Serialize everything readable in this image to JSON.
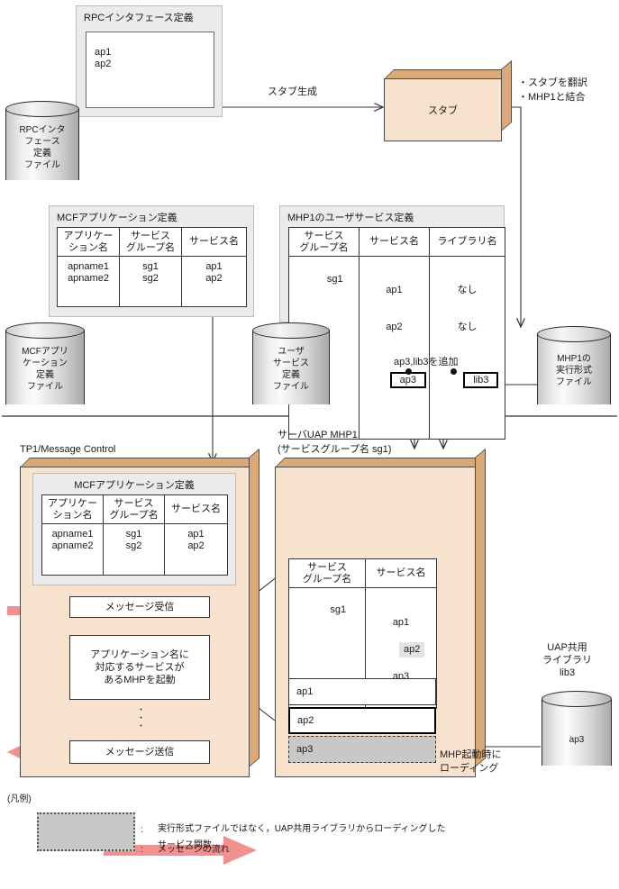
{
  "top": {
    "rpc_def_title": "RPCインタフェース定義",
    "rpc_def_lines": "ap1\nap2",
    "rpc_file_label": "RPCインタ\nフェース\n定義\nファイル",
    "stub_gen_label": "スタブ生成",
    "stub_label": "スタブ",
    "stub_notes": "・スタブを翻訳\n・MHP1と結合"
  },
  "mcf_def": {
    "title": "MCFアプリケーション定義",
    "headers": [
      "アプリケー\nション名",
      "サービス\nグループ名",
      "サービス名"
    ],
    "col1": "apname1\napname2",
    "col2": "sg1\nsg2",
    "col3": "ap1\nap2",
    "file_label": "MCFアプリ\nケーション\n定義\nファイル"
  },
  "mhp1_def": {
    "title": "MHP1のユーザサービス定義",
    "headers": [
      "サービス\nグループ名",
      "サービス名",
      "ライブラリ名"
    ],
    "group": "sg1",
    "services": [
      "ap1",
      "ap2"
    ],
    "service_added": "ap3",
    "libs": [
      "なし",
      "なし"
    ],
    "lib_added": "lib3",
    "file_label": "ユーザ\nサービス\n定義\nファイル",
    "add_note": "ap3,lib3を追加"
  },
  "exec_file": {
    "label": "MHP1の\n実行形式\nファイル"
  },
  "tp1": {
    "title": "TP1/Message Control",
    "mcf_panel_title": "MCFアプリケーション定義",
    "headers": [
      "アプリケー\nション名",
      "サービス\nグループ名",
      "サービス名"
    ],
    "col1": "apname1\napname2",
    "col2": "sg1\nsg2",
    "col3": "ap1\nap2",
    "recv_box": "メッセージ受信",
    "dispatch_box": "アプリケーション名に\n対応するサービスが\nあるMHPを起動",
    "ellipsis": "・\n・\n・",
    "send_box": "メッセージ送信"
  },
  "mhp1_uap": {
    "title": "サーバUAP MHP1\n(サービスグループ名 sg1)",
    "headers": [
      "サービス\nグループ名",
      "サービス名"
    ],
    "group": "sg1",
    "services": [
      "ap1",
      "ap2",
      "ap3"
    ],
    "modules": [
      "ap1",
      "ap2",
      "ap3"
    ],
    "load_note": "MHP起動時に\nローディング"
  },
  "shared_lib": {
    "title": "UAP共用\nライブラリ\nlib3",
    "content": "ap3"
  },
  "legend": {
    "title": "(凡例)",
    "colon": ":",
    "item1": "実行形式ファイルではなく，UAP共用ライブラリからローディングした\nサービス関数",
    "item2": "メッセージの流れ"
  },
  "colors": {
    "panel_bg": "#ebebeb",
    "box_face": "#f7e2cd",
    "box_edge": "#dba977",
    "arrow_pink": "#f29090",
    "gray_fill": "#c8c8c8",
    "line": "#333333"
  }
}
